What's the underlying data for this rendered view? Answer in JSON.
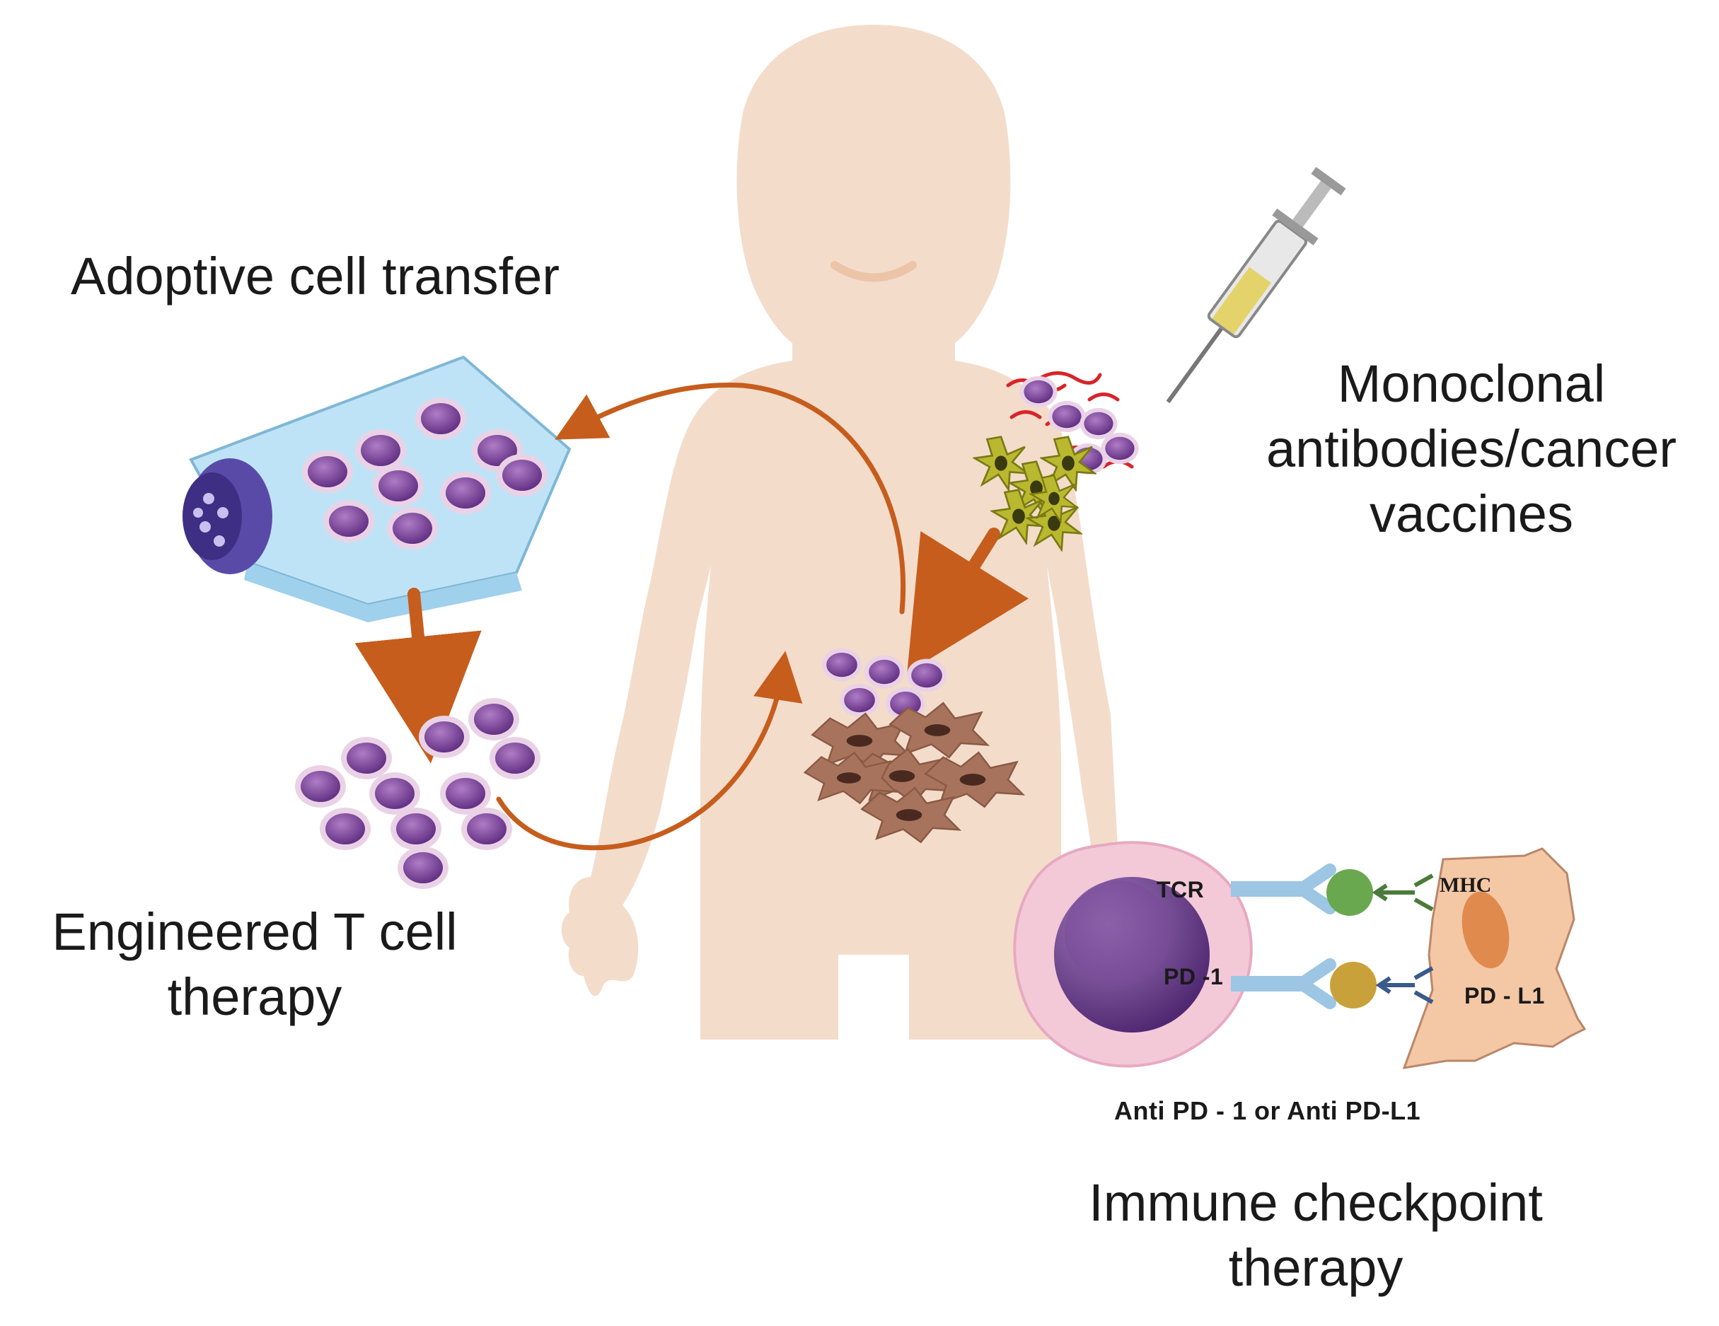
{
  "labels": {
    "adoptive": "Adoptive cell transfer",
    "monoclonal": [
      "Monoclonal",
      "antibodies/cancer",
      "vaccines"
    ],
    "engineered": [
      "Engineered T cell",
      "therapy"
    ],
    "checkpoint": [
      "Immune checkpoint",
      "therapy"
    ],
    "anti": "Anti PD - 1 or Anti PD-L1",
    "tcr": "TCR",
    "pd1": "PD -1",
    "mhc": "MHC",
    "pdl1": "PD - L1"
  },
  "colors": {
    "skin": "#f4dccb",
    "arrow": "#c65d1c",
    "tcell": "#7d3f9d",
    "tcell_ring": "#ead2e6",
    "tumor": "#a8735c",
    "dendritic": "#b9b82f",
    "flask": "#bfe3f6",
    "cap": "#5a4aa8",
    "tcell_big": "#f3c9d8",
    "tcell_nucleus": "#6a3a8a",
    "receptor": "#9cc6e3",
    "mhc_ball": "#6aa84f",
    "pdl1_ball": "#c9a13a"
  },
  "icons": [
    "human-silhouette-icon",
    "culture-flask-icon",
    "syringe-icon",
    "t-cell-icon",
    "tumor-cell-icon",
    "dendritic-cell-icon",
    "receptor-icon"
  ]
}
